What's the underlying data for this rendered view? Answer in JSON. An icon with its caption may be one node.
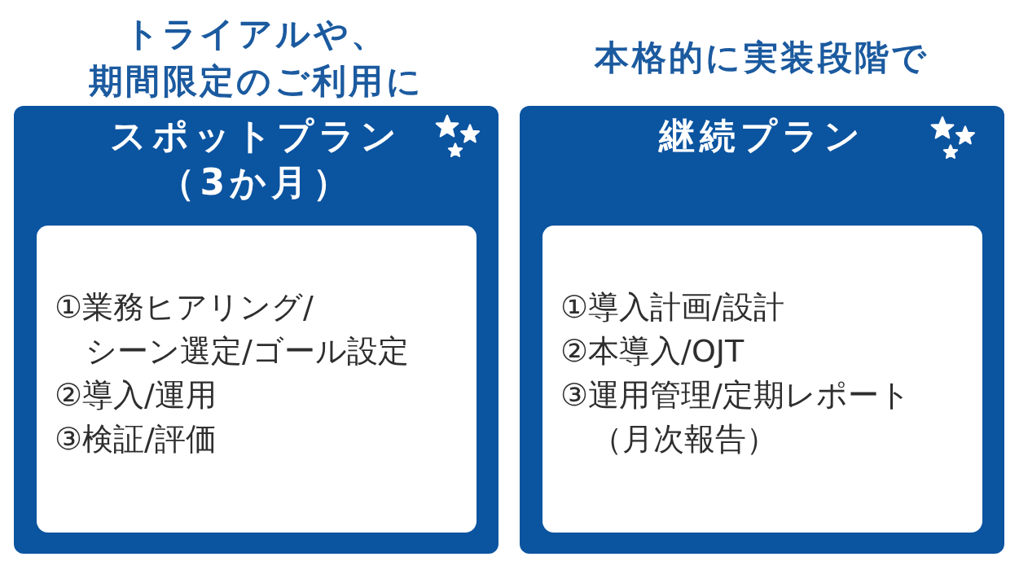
{
  "diagram": {
    "nodes": [
      {
        "text": [
          "トライアルや、期間限定のご利用に",
          "スポットプラン（3か月）"
        ]
      },
      {
        "text": [
          "①業務ヒアリング/シーン選定/ゴール設定",
          "②導入/運用",
          "③検証/評価"
        ],
        "in": 0
      },
      {
        "text": [
          "本格的に実装段階で",
          "継続プラン"
        ]
      },
      {
        "text": [
          "①導入計画/設計",
          "②本導入/OJT",
          "③運用管理/定期レポート（月次報告）"
        ],
        "in": 2
      }
    ]
  }
}
